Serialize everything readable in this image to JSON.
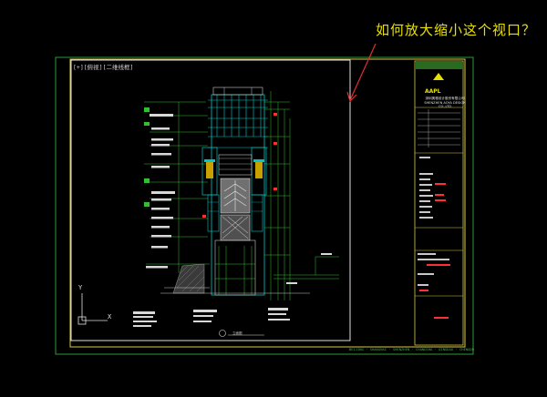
{
  "question_text": "如何放大缩小这个视口？",
  "viewport_label": "[+][俯视][二维线框]",
  "title_block": {
    "logo_text": "AAPL",
    "company_lines": [
      "深圳奥雅设计股份有限公司",
      "SHENZHEN AOYA DESIGN CO.,LTD"
    ]
  },
  "drawing_title": "立面图",
  "footer_text": "BEIJING · SHANGHAI · SHENZHEN · CHANGSHA · QINGDAO · CHENGDU",
  "ucs": {
    "x_label": "X",
    "y_label": "Y"
  },
  "colors": {
    "background": "#000000",
    "question": "#e8e000",
    "frame_green": "#2a9a3a",
    "viewport_white": "#d8d8d8",
    "titleblock_yellow": "#d8c840",
    "cyan": "#00c8c8",
    "line_green": "#30c030",
    "red": "#ff3030"
  }
}
